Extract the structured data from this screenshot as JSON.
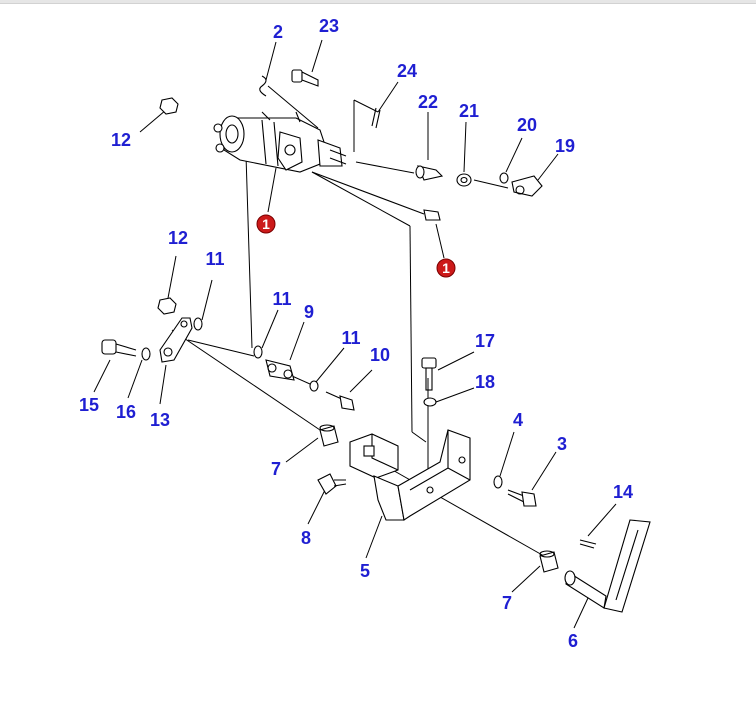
{
  "colors": {
    "callout_text": "#1f1fd2",
    "marker_fill": "#cc1a1a",
    "marker_text": "#ffffff",
    "line": "#000000",
    "background": "#ffffff"
  },
  "callouts": [
    {
      "id": "c2",
      "label": "2"
    },
    {
      "id": "c23",
      "label": "23"
    },
    {
      "id": "c24",
      "label": "24"
    },
    {
      "id": "c22",
      "label": "22"
    },
    {
      "id": "c21",
      "label": "21"
    },
    {
      "id": "c20",
      "label": "20"
    },
    {
      "id": "c19",
      "label": "19"
    },
    {
      "id": "c12a",
      "label": "12"
    },
    {
      "id": "c12b",
      "label": "12"
    },
    {
      "id": "c11a",
      "label": "11"
    },
    {
      "id": "c11b",
      "label": "11"
    },
    {
      "id": "c11c",
      "label": "11"
    },
    {
      "id": "c9",
      "label": "9"
    },
    {
      "id": "c10",
      "label": "10"
    },
    {
      "id": "c15",
      "label": "15"
    },
    {
      "id": "c16",
      "label": "16"
    },
    {
      "id": "c13",
      "label": "13"
    },
    {
      "id": "c17",
      "label": "17"
    },
    {
      "id": "c18",
      "label": "18"
    },
    {
      "id": "c4",
      "label": "4"
    },
    {
      "id": "c3",
      "label": "3"
    },
    {
      "id": "c7a",
      "label": "7"
    },
    {
      "id": "c7b",
      "label": "7"
    },
    {
      "id": "c8",
      "label": "8"
    },
    {
      "id": "c5",
      "label": "5"
    },
    {
      "id": "c14",
      "label": "14"
    },
    {
      "id": "c6",
      "label": "6"
    }
  ],
  "markers": [
    {
      "id": "m1a",
      "label": "1"
    },
    {
      "id": "m1b",
      "label": "1"
    }
  ]
}
